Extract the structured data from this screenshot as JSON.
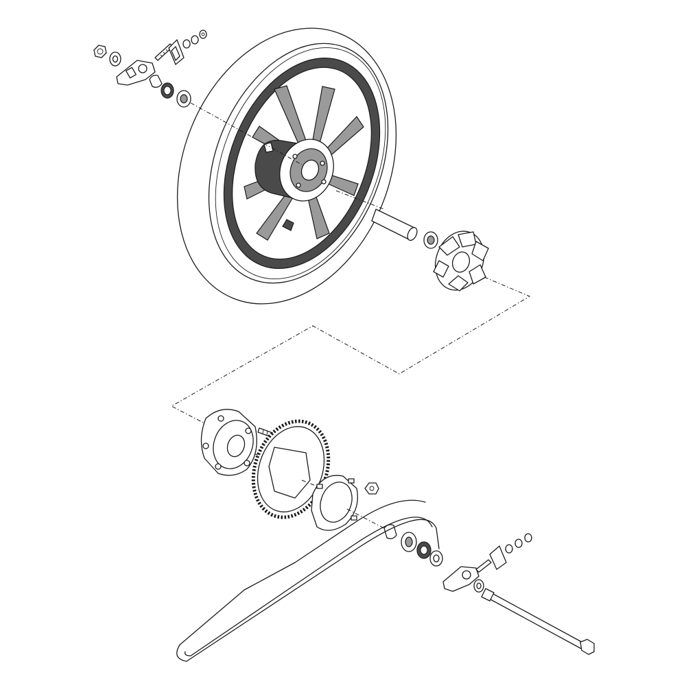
{
  "diagram": {
    "type": "exploded-parts-view",
    "subject": "rear-wheel-assembly",
    "colors": {
      "line": "#1a1a1a",
      "rim": "#4a4a4a",
      "spoke-face": "#9a9a9a",
      "background": "#ffffff"
    },
    "parts": [
      "tire",
      "wheel-rim",
      "wheel-hub",
      "wheel-collar",
      "wheel-bearing",
      "oil-seal",
      "damper-set",
      "clutch-hub",
      "stud-bolt",
      "rear-sprocket",
      "sprocket-nut",
      "sprocket-retainer",
      "drive-chain",
      "chain-adjuster-left",
      "chain-adjuster-right",
      "adjusting-bolt",
      "axle-nut",
      "washer",
      "lock-nut",
      "rear-axle"
    ]
  }
}
